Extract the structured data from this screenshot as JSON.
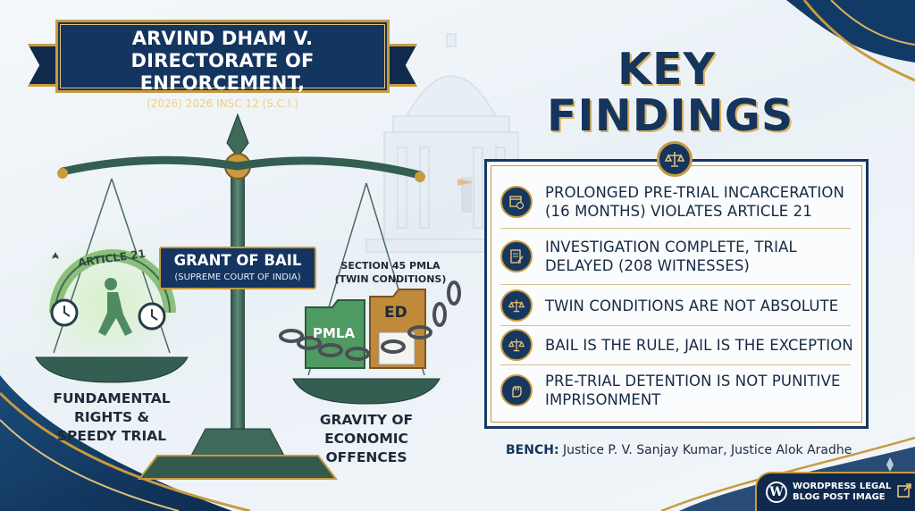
{
  "title": {
    "line1": "ARVIND DHAM V.",
    "line2": "DIRECTORATE OF ENFORCEMENT,",
    "citation": "(2026) 2026 INSC 12 (S.C.I.)"
  },
  "scale": {
    "center_label": "GRANT OF BAIL",
    "center_sublabel": "(SUPREME COURT OF INDIA)",
    "left_arc_label": "ARTICLE 21",
    "left_plate_label": [
      "FUNDAMENTAL",
      "RIGHTS &",
      "SPEEDY TRIAL"
    ],
    "right_top_label": [
      "SECTION 45 PMLA",
      "(TWIN CONDITIONS)"
    ],
    "right_plate_label": [
      "GRAVITY OF",
      "ECONOMIC",
      "OFFENCES"
    ],
    "folder_left": "PMLA",
    "folder_right": "ED"
  },
  "key_findings": {
    "heading_line1": "KEY",
    "heading_line2": "FINDINGS",
    "items": [
      {
        "icon": "calendar-clock-icon",
        "text": "PROLONGED PRE-TRIAL INCARCERATION (16 MONTHS) VIOLATES ARTICLE 21"
      },
      {
        "icon": "document-pen-icon",
        "text": "INVESTIGATION COMPLETE, TRIAL DELAYED (208 WITNESSES)"
      },
      {
        "icon": "scales-icon",
        "text": "TWIN CONDITIONS ARE NOT ABSOLUTE"
      },
      {
        "icon": "scales-icon",
        "text": "BAIL IS THE RULE, JAIL IS THE EXCEPTION"
      },
      {
        "icon": "raised-fist-icon",
        "text": "PRE-TRIAL DETENTION IS NOT PUNITIVE IMPRISONMENT"
      }
    ]
  },
  "bench": {
    "label": "BENCH:",
    "value": "Justice P. V. Sanjay Kumar, Justice Alok Aradhe"
  },
  "badge": {
    "line1": "WORDPRESS LEGAL",
    "line2": "BLOG POST IMAGE",
    "logo": "W"
  },
  "colors": {
    "navy": "#14355f",
    "gold": "#c99a3e",
    "scale_green": "#3f6a5a"
  }
}
